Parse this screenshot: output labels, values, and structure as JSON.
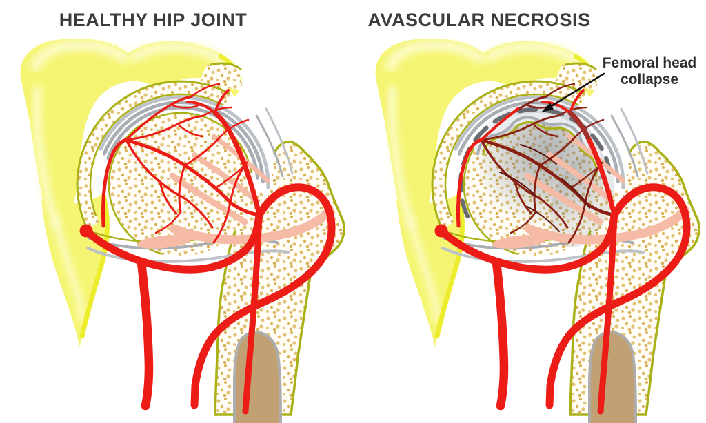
{
  "figure": {
    "type": "medical-comparison-diagram",
    "subject": "hip joint cross-sections",
    "panels": [
      {
        "id": "healthy",
        "title": "HEALTHY HIP JOINT"
      },
      {
        "id": "avn",
        "title": "AVASCULAR NECROSIS",
        "annotation": {
          "line1": "Femoral head",
          "line2": "collapse"
        }
      }
    ]
  },
  "colors": {
    "bone_yellow": "#F5F573",
    "bone_yellow_light": "#FBFBC2",
    "bone_yellow_deep": "#EDED2F",
    "bone_cream": "#FFFDF5",
    "stipple": "#E2C276",
    "stipple_dark": "#D8B156",
    "olive": "#A9B117",
    "cartilage": "#A9AEB4",
    "cartilage_light": "#BDC2C8",
    "dash_gray": "#686C72",
    "artery_red": "#EC1C16",
    "artery_dark": "#8A1F14",
    "artery_darker": "#5E150E",
    "artery_mid": "#A3302A",
    "vein_pink": "#F5BBA6",
    "canal_brown": "#C1A173",
    "canal_border": "#ADADAD",
    "necrosis_gray": "#6E7480",
    "collapse_fill": "#EAEDF0",
    "title": "#3C3C3C",
    "annotation": "#2E2E2E",
    "arrow": "#111111"
  }
}
